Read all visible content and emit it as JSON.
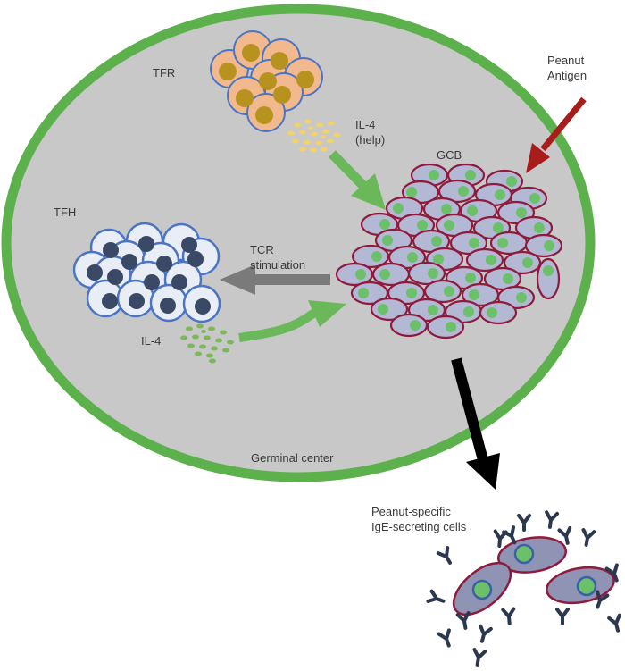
{
  "labels": {
    "tfr": "TFR",
    "il4_help_line1": "IL-4",
    "il4_help_line2": "(help)",
    "gcb": "GCB",
    "peanut_line1": "Peanut",
    "peanut_line2": "Antigen",
    "tfh": "TFH",
    "tcr_line1": "TCR",
    "tcr_line2": "stimulation",
    "il4": "IL-4",
    "germinal_center": "Germinal center",
    "output_line1": "Peanut-specific",
    "output_line2": "IgE-secreting cells"
  },
  "colors": {
    "germinal_center_fill": "#c8c8c8",
    "germinal_center_border": "#5db14d",
    "tfr_cell": "#f2b98e",
    "tfr_nucleus": "#b8921e",
    "tfh_cell": "#e9eef6",
    "tfh_nucleus": "#3a4a66",
    "gcb_cell": "#b3b8d4",
    "gcb_border": "#8e1b3c",
    "gcb_nucleus": "#6cc06a",
    "help_arrow": "#6ab85a",
    "tcr_arrow": "#7a7a7a",
    "antigen_arrow": "#a81c1c",
    "output_arrow": "#000000",
    "il4_dots_help": "#f4d26a",
    "il4_dots": "#7cb85a",
    "antibody": "#2c3850"
  }
}
